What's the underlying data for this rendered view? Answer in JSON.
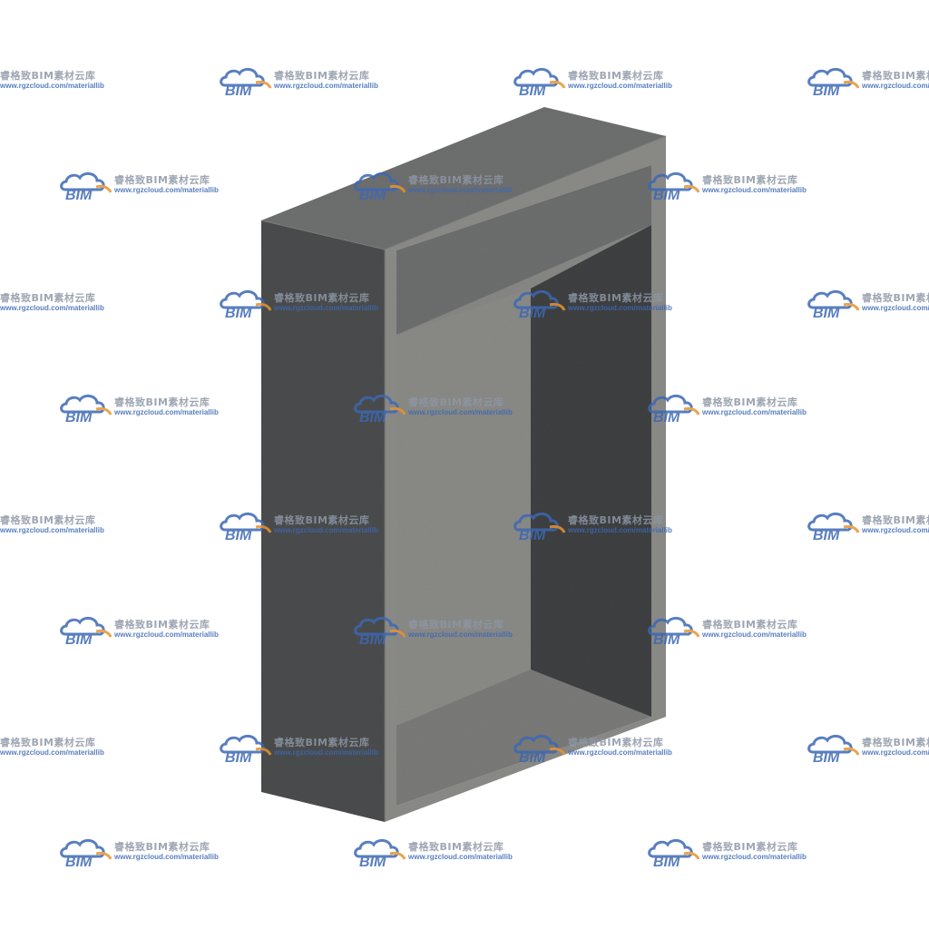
{
  "model": {
    "type": "box-frame",
    "colors": {
      "front_face": "#5a5b5c",
      "side_face": "#4b4c4d",
      "top_face": "#6e6f6f",
      "inner_back": "#878785",
      "inner_top": "#6f706f",
      "inner_left": "#8e8e8b",
      "inner_shadow": "#3e3f40",
      "inner_bottom": "#7b7b79",
      "edge": "#8d8d8a"
    }
  },
  "watermark": {
    "brand": "睿格致BIM素材云库",
    "url": "www.rgzcloud.com/materiallib",
    "logo_text": "BIM",
    "colors": {
      "cloud": "#3c68b4",
      "accent": "#e8932d",
      "brand_text": "#8e97a6",
      "url_text": "#3c68b4"
    }
  }
}
